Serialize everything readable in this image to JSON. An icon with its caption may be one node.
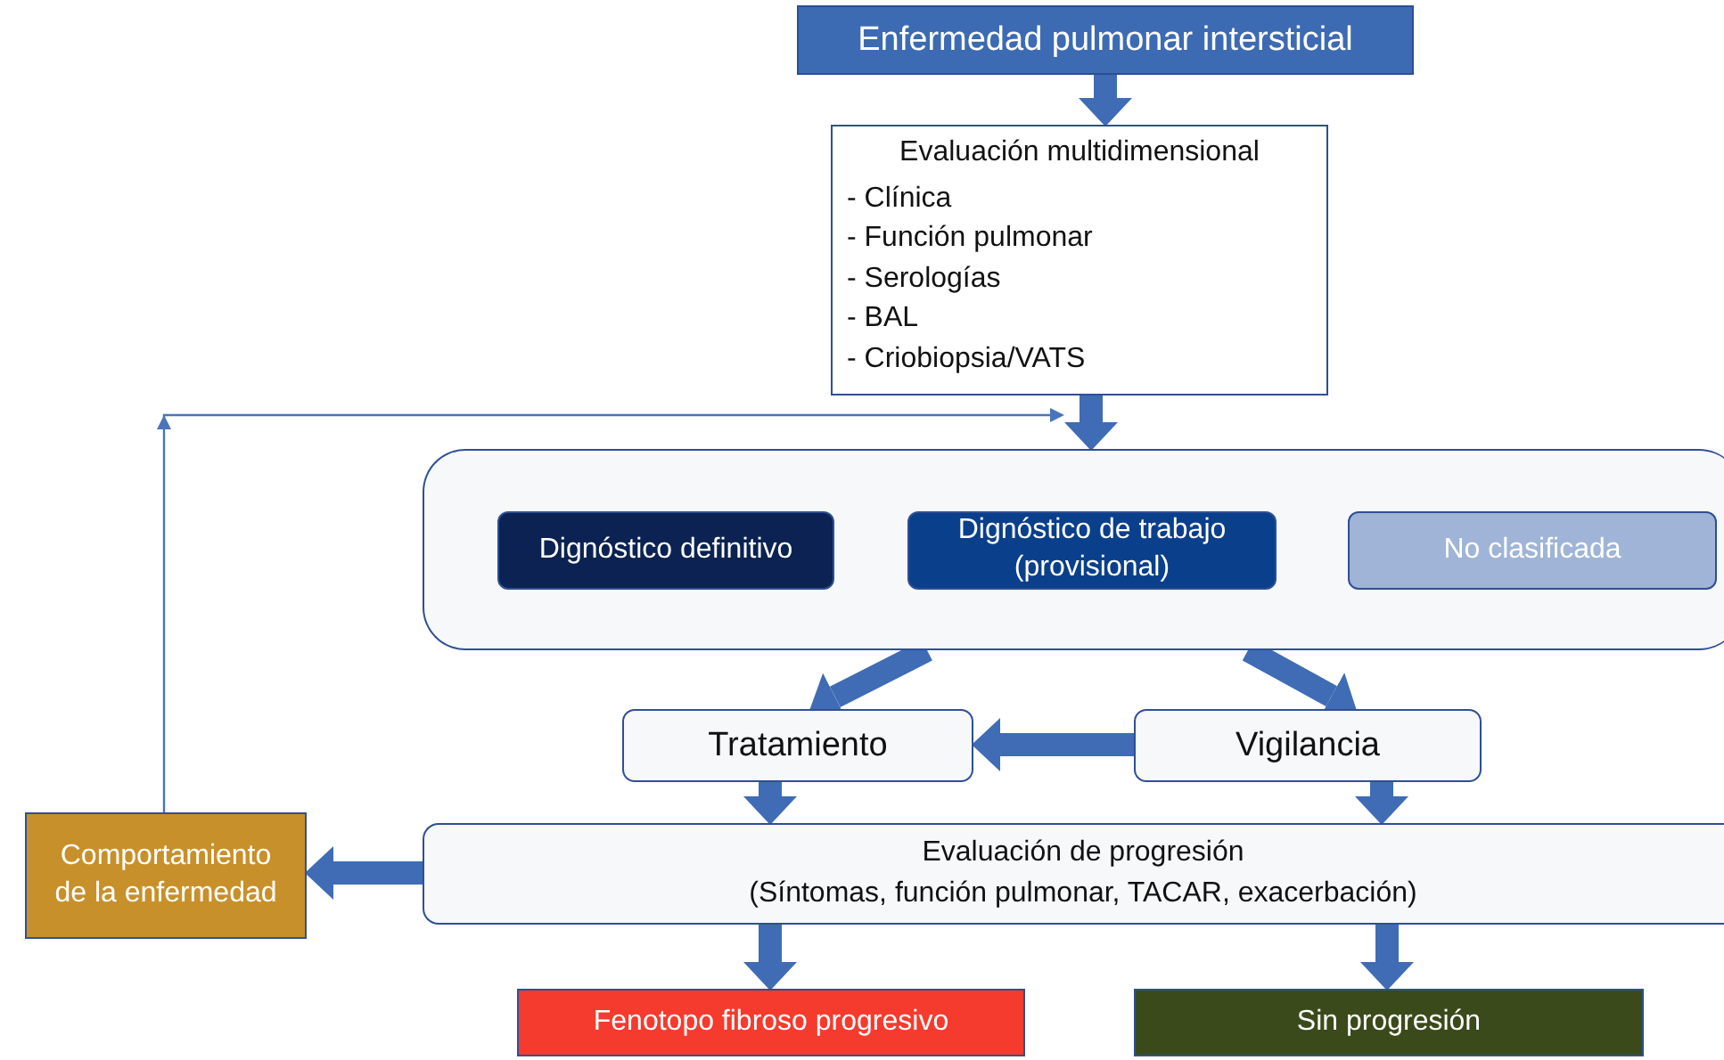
{
  "diagram": {
    "nodes": [
      {
        "text": [
          "Enfermedad pulmonar intersticial"
        ]
      },
      {
        "text": [
          "Evaluación multidimensional",
          "- Clínica",
          "- Función pulmonar",
          "- Serologías",
          "- BAL",
          "- Criobiopsia/VATS"
        ]
      },
      {
        "text": [],
        "shape": "box"
      },
      {
        "text": [
          "Dignóstico definitivo"
        ],
        "in": 2
      },
      {
        "text": [
          "Dignóstico de trabajo (provisional)"
        ],
        "in": 2
      },
      {
        "text": [
          "No clasificada"
        ],
        "in": 2
      },
      {
        "text": [
          "Tratamiento"
        ]
      },
      {
        "text": [
          "Vigilancia"
        ]
      },
      {
        "text": [
          "Evaluación de progresión",
          "(Síntomas, función pulmonar, TACAR, exacerbación)"
        ]
      },
      {
        "text": [
          "Comportamiento de la enfermedad"
        ]
      },
      {
        "text": [
          "Fenotopo fibroso progresivo"
        ]
      },
      {
        "text": [
          "Sin progresión"
        ]
      }
    ],
    "edges": [
      {
        "from": 0,
        "to": 1,
        "arrow": "to"
      },
      {
        "from": 1,
        "to": 2,
        "arrow": "to"
      },
      {
        "from": 2,
        "to": 6,
        "arrow": "to"
      },
      {
        "from": 2,
        "to": 7,
        "arrow": "to"
      },
      {
        "from": 7,
        "to": 6,
        "arrow": "to"
      },
      {
        "from": 6,
        "to": 8,
        "arrow": "to"
      },
      {
        "from": 7,
        "to": 8,
        "arrow": "to"
      },
      {
        "from": 8,
        "to": 9,
        "arrow": "to"
      },
      {
        "from": 8,
        "to": 10,
        "arrow": "to"
      },
      {
        "from": 8,
        "to": 11,
        "arrow": "to"
      },
      {
        "from": 9,
        "to": 1,
        "arrow": "to"
      }
    ]
  }
}
